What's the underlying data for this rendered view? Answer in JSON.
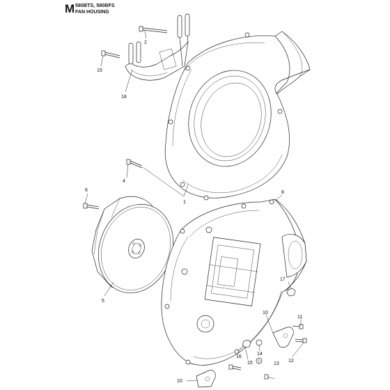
{
  "header": {
    "section_letter": "M",
    "models": "580BTS, 580BFS",
    "title": "FAN HOUSING"
  },
  "labels": [
    {
      "id": "p2",
      "text": "2"
    },
    {
      "id": "p19",
      "text": "19"
    },
    {
      "id": "p18",
      "text": "18"
    },
    {
      "id": "p4",
      "text": "4"
    },
    {
      "id": "p6",
      "text": "6"
    },
    {
      "id": "p1",
      "text": "1"
    },
    {
      "id": "p8",
      "text": "8"
    },
    {
      "id": "p5",
      "text": "5"
    },
    {
      "id": "p17",
      "text": "17"
    },
    {
      "id": "p10a",
      "text": "10"
    },
    {
      "id": "p11",
      "text": "11"
    },
    {
      "id": "p12",
      "text": "12"
    },
    {
      "id": "p14",
      "text": "14"
    },
    {
      "id": "p13",
      "text": "13"
    },
    {
      "id": "p15",
      "text": "15"
    },
    {
      "id": "p16",
      "text": "16"
    },
    {
      "id": "p10b",
      "text": "10"
    }
  ]
}
